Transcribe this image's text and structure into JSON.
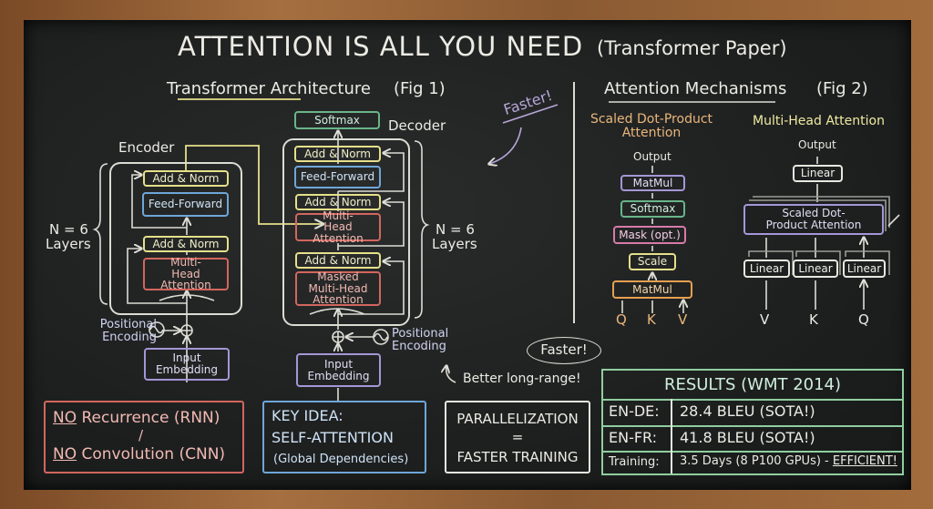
{
  "title": {
    "main": "ATTENTION IS ALL YOU NEED",
    "sub": "(Transformer Paper)"
  },
  "fig1": {
    "heading": "Transformer Architecture",
    "fig": "(Fig 1)",
    "encoder": {
      "label": "Encoder",
      "layers_n": "N = 6",
      "layers_word": "Layers",
      "add_norm_top": "Add & Norm",
      "feed_forward": "Feed-Forward",
      "add_norm_bottom": "Add & Norm",
      "mha": "Multi-Head Attention",
      "pos_enc": "Positional Encoding",
      "input_emb": "Input Embedding"
    },
    "decoder": {
      "label": "Decoder",
      "softmax": "Softmax",
      "add_norm_1": "Add & Norm",
      "feed_forward": "Feed-Forward",
      "add_norm_2": "Add & Norm",
      "mha": "Multi-Head Attention",
      "add_norm_3": "Add & Norm",
      "masked_mha": "Masked Multi-Head Attention",
      "layers_n": "N = 6",
      "layers_word": "Layers",
      "pos_enc": "Positional Encoding",
      "input_emb": "Input Embedding"
    },
    "annotations": {
      "faster_top": "Faster!",
      "faster_bubble": "Faster!",
      "long_range": "Better long-range!"
    }
  },
  "fig2": {
    "heading": "Attention Mechanisms",
    "fig": "(Fig 2)",
    "sdpa": {
      "title": "Scaled Dot-Product Attention",
      "output": "Output",
      "matmul_top": "MatMul",
      "softmax": "Softmax",
      "mask": "Mask (opt.)",
      "scale": "Scale",
      "matmul_bottom": "MatMul",
      "inputs": [
        "Q",
        "K",
        "V"
      ]
    },
    "mha": {
      "title": "Multi-Head Attention",
      "output": "Output",
      "linear_top": "Linear",
      "sdpa": "Scaled Dot-Product Attention",
      "linears": [
        "Linear",
        "Linear",
        "Linear"
      ],
      "inputs": [
        "V",
        "K",
        "Q"
      ]
    }
  },
  "notes": {
    "no_rnn_prefix": "NO",
    "no_rnn": " Recurrence (RNN)",
    "slash": "/",
    "no_cnn_prefix": "NO",
    "no_cnn": " Convolution (CNN)",
    "key_idea": "KEY IDEA:",
    "self_attention": "SELF-ATTENTION",
    "global": "(Global Dependencies)",
    "parallel": "PARALLELIZATION",
    "equals": "=",
    "faster_training": "FASTER TRAINING"
  },
  "results": {
    "title": "RESULTS (WMT 2014)",
    "rows": [
      {
        "label": "EN-DE:",
        "value": "28.4 BLEU (SOTA!)"
      },
      {
        "label": "EN-FR:",
        "value": "41.8 BLEU (SOTA!)"
      },
      {
        "label": "Training:",
        "value": "3.5 Days (8 P100 GPUs) - ",
        "emph": "EFFICIENT!"
      }
    ]
  },
  "colors": {
    "board": "#1e2020",
    "frame": "#8a5a32",
    "yellow": "#e6e08a",
    "blue": "#6fa6d8",
    "red": "#d2665e",
    "purple": "#a596d6",
    "green": "#69b58a",
    "orange": "#e6a050",
    "pink": "#d77aa8"
  }
}
